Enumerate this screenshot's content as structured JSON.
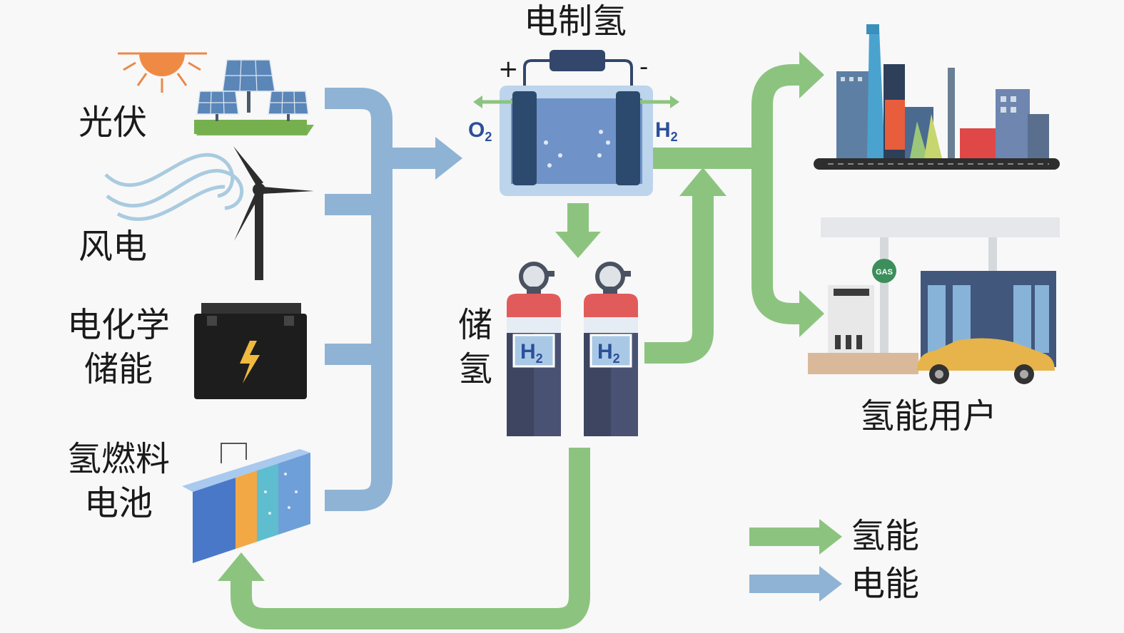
{
  "sources": {
    "pv": "光伏",
    "wind": "风电",
    "battery_line1": "电化学",
    "battery_line2": "储能",
    "fuelcell_line1": "氢燃料",
    "fuelcell_line2": "电池"
  },
  "electrolysis": {
    "title": "电制氢",
    "plus": "+",
    "minus": "-",
    "o2": "O",
    "o2_sub": "2",
    "h2": "H",
    "h2_sub": "2"
  },
  "storage": {
    "line1": "储",
    "line2": "氢",
    "tank_label": "H",
    "tank_sub": "2"
  },
  "users": {
    "label": "氢能用户",
    "gas_sign": "GAS"
  },
  "legend": {
    "hydrogen": "氢能",
    "electric": "电能"
  },
  "colors": {
    "hydrogen_arrow": "#8cc47f",
    "electric_arrow": "#8fb3d4"
  }
}
